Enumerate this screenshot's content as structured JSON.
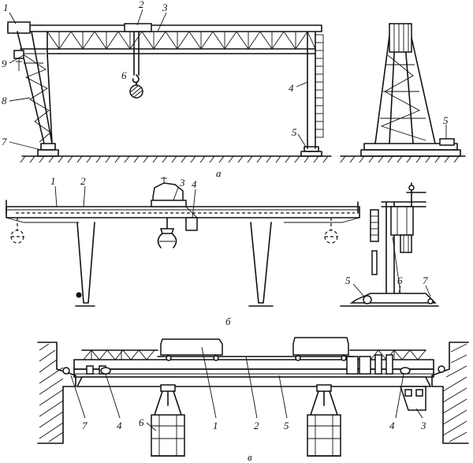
{
  "panel_a": {
    "caption": "а",
    "labels": [
      "1",
      "2",
      "3",
      "6",
      "9",
      "8",
      "7",
      "4",
      "5",
      "5"
    ]
  },
  "panel_b": {
    "caption": "б",
    "labels": [
      "1",
      "2",
      "3",
      "4",
      "5",
      "6",
      "7"
    ]
  },
  "panel_c": {
    "caption": "в",
    "labels": [
      "7",
      "4",
      "6",
      "1",
      "2",
      "5",
      "4",
      "3"
    ]
  }
}
